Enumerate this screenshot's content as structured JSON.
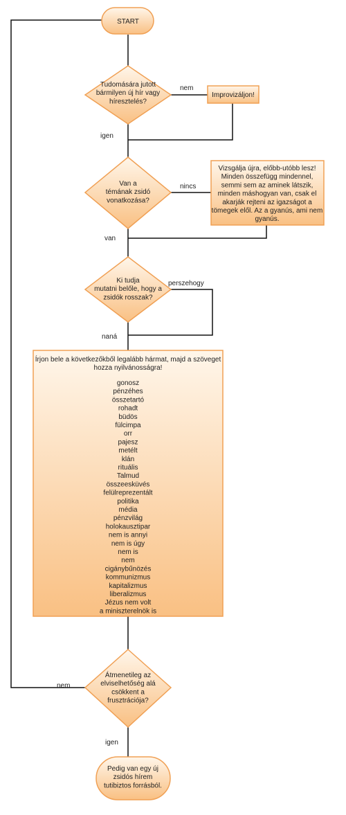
{
  "colors": {
    "fill_top": "#fff6ea",
    "fill_bottom": "#f9c083",
    "stroke": "#f0a054",
    "line": "#111111"
  },
  "nodes": {
    "start": "START",
    "q1": [
      "Tudomására jutott",
      "bármilyen új hír vagy",
      "híresztelés?"
    ],
    "improvise": "Improvizáljon!",
    "q2": [
      "Van a",
      "témának zsidó",
      "vonatkozása?"
    ],
    "investigate": [
      "Vizsgálja újra, előbb-utóbb lesz!",
      "Minden összefügg mindennel,",
      "semmi sem az aminek látszik,",
      "minden máshogyan van, csak el",
      "akarják rejteni az igazságot a",
      "tömegek elől. Az a gyanús, ami nem",
      "gyanús."
    ],
    "q3": [
      "Ki tudja",
      "mutatni belőle, hogy a",
      "zsidók rosszak?"
    ],
    "instructions": [
      "Írjon bele a következőkből legalább hármat, majd a szöveget",
      "hozza nyilvánosságra!"
    ],
    "words": [
      "gonosz",
      "pénzéhes",
      "összetartó",
      "rohadt",
      "büdös",
      "fülcimpa",
      "orr",
      "pajesz",
      "metélt",
      "klán",
      "rituális",
      "Talmud",
      "összeesküvés",
      "felülreprezentált",
      "politika",
      "média",
      "pénzvilág",
      "holokausztipar",
      "nem is annyi",
      "nem is úgy",
      "nem is",
      "nem",
      "cigánybűnözés",
      "kommunizmus",
      "kapitalizmus",
      "liberalizmus",
      "Jézus nem volt",
      "a miniszterelnök is"
    ],
    "q4": [
      "Átmenetileg az",
      "elviselhetőség alá",
      "csökkent a",
      "frusztrációja?"
    ],
    "end": [
      "Pedig van egy új",
      "zsidós hírem",
      "tutibiztos forrásból."
    ]
  },
  "edges": {
    "q1_no": "nem",
    "q1_yes": "igen",
    "q2_no": "nincs",
    "q2_yes": "van",
    "q3_no": "perszehogy",
    "q3_yes": "naná",
    "q4_no": "nem",
    "q4_yes": "igen"
  }
}
